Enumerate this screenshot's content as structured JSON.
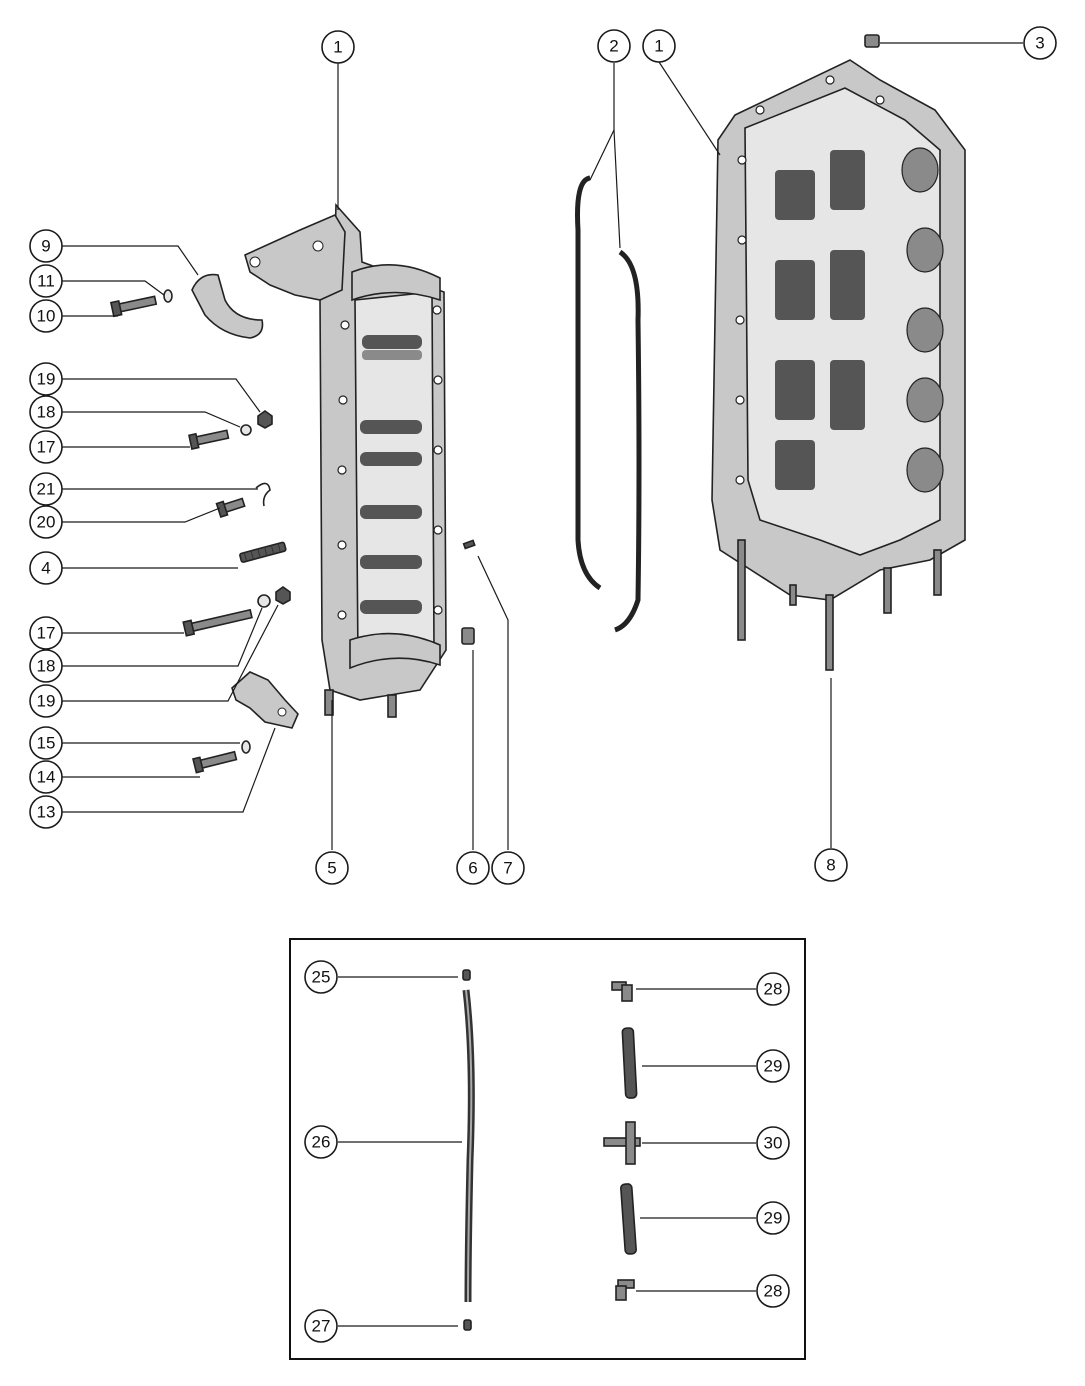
{
  "diagram": {
    "callouts": [
      {
        "id": "c1a",
        "label": "1"
      },
      {
        "id": "c1b",
        "label": "1"
      },
      {
        "id": "c2",
        "label": "2"
      },
      {
        "id": "c3",
        "label": "3"
      },
      {
        "id": "c9",
        "label": "9"
      },
      {
        "id": "c11",
        "label": "11"
      },
      {
        "id": "c10",
        "label": "10"
      },
      {
        "id": "c19a",
        "label": "19"
      },
      {
        "id": "c18a",
        "label": "18"
      },
      {
        "id": "c17a",
        "label": "17"
      },
      {
        "id": "c21",
        "label": "21"
      },
      {
        "id": "c20",
        "label": "20"
      },
      {
        "id": "c4",
        "label": "4"
      },
      {
        "id": "c17b",
        "label": "17"
      },
      {
        "id": "c18b",
        "label": "18"
      },
      {
        "id": "c19b",
        "label": "19"
      },
      {
        "id": "c15",
        "label": "15"
      },
      {
        "id": "c14",
        "label": "14"
      },
      {
        "id": "c13",
        "label": "13"
      },
      {
        "id": "c5",
        "label": "5"
      },
      {
        "id": "c6",
        "label": "6"
      },
      {
        "id": "c7",
        "label": "7"
      },
      {
        "id": "c8",
        "label": "8"
      },
      {
        "id": "c25",
        "label": "25"
      },
      {
        "id": "c26",
        "label": "26"
      },
      {
        "id": "c27",
        "label": "27"
      },
      {
        "id": "c28a",
        "label": "28"
      },
      {
        "id": "c29a",
        "label": "29"
      },
      {
        "id": "c30",
        "label": "30"
      },
      {
        "id": "c29b",
        "label": "29"
      },
      {
        "id": "c28b",
        "label": "28"
      }
    ]
  }
}
